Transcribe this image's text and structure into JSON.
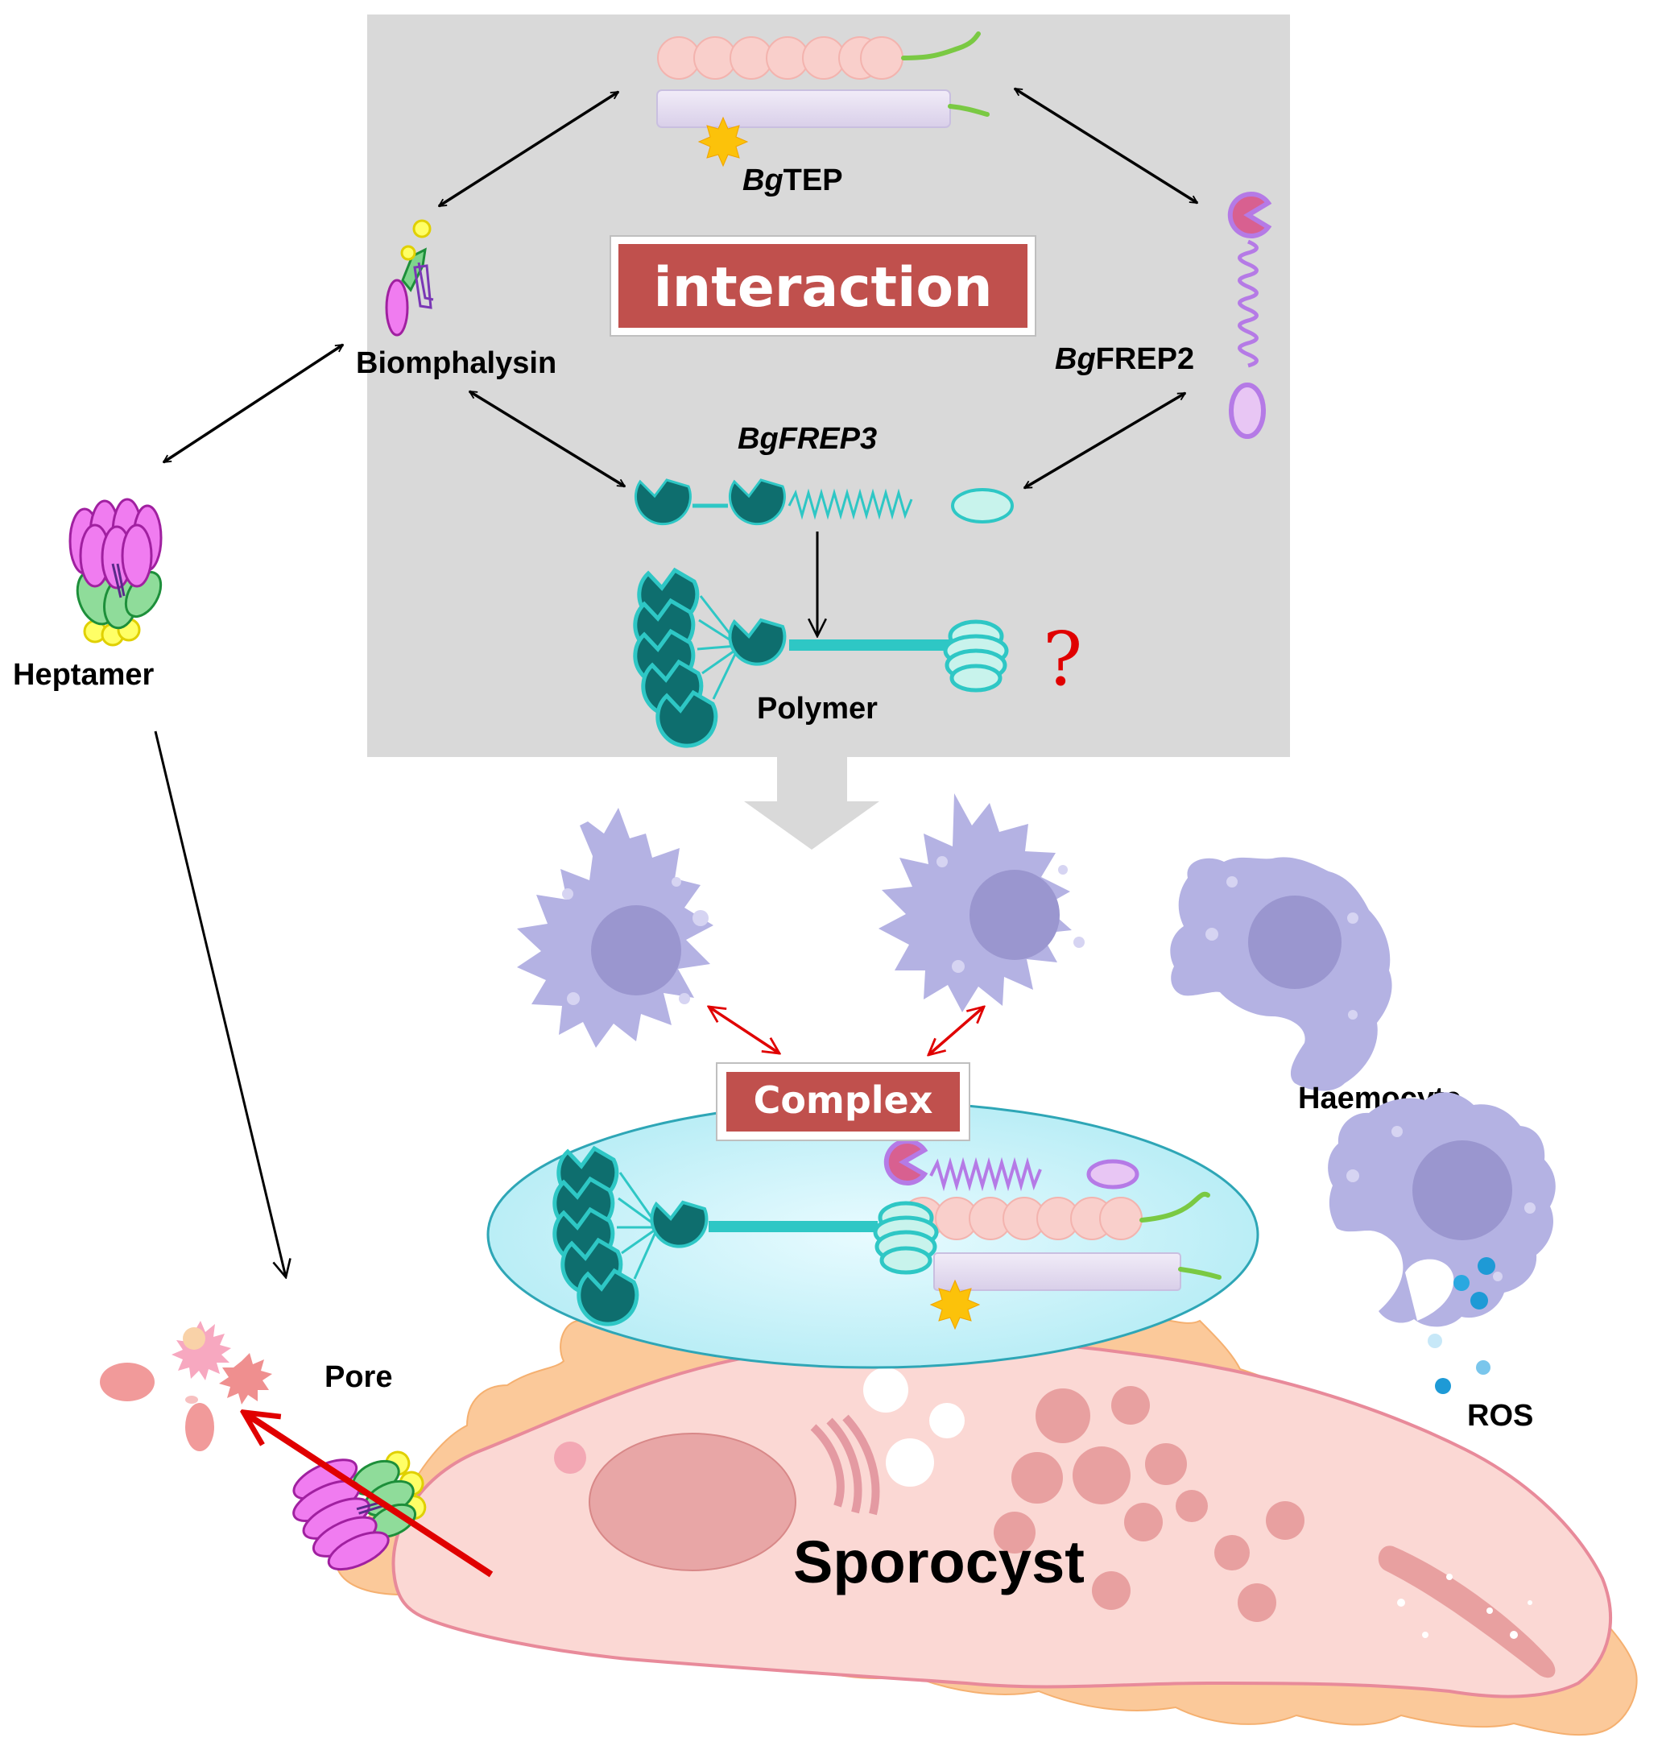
{
  "labels": {
    "tep_italic": "Bg",
    "tep_rest": "TEP",
    "frep2_italic": "Bg",
    "frep2_rest": "FREP2",
    "frep3": "BgFREP3",
    "biomphalysin": "Biomphalysin",
    "heptamer": "Heptamer",
    "polymer": "Polymer",
    "question_mark": "?",
    "haemocyte": "Haemocyte",
    "pore": "Pore",
    "ros": "ROS",
    "sporocyst": "Sporocyst"
  },
  "boxes": {
    "interaction": "interaction",
    "complex": "Complex"
  },
  "colors": {
    "panel_bg": "#d9d9d9",
    "box_red": "#c0504d",
    "haemocyte": "#b4b2e3",
    "nucleus": "#9a96cf",
    "teal_dark": "#0e6e6e",
    "teal": "#2ec7c5",
    "pink_bead": "#f7c9c6",
    "lavender_bar": "#e4dcf2",
    "green_tail": "#7ac943",
    "magenta": "#f08cf0",
    "sporocyst_fill": "#fbd8d4",
    "tegument": "#fbc99a",
    "arrow_red": "#e00000"
  }
}
